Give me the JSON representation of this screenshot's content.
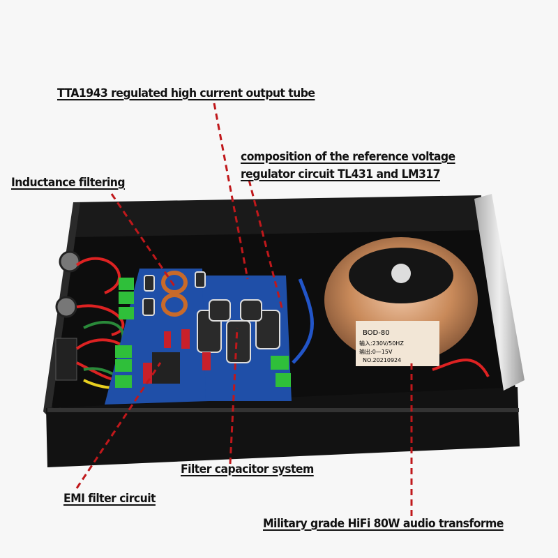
{
  "annotations": {
    "output_tube": "TTA1943 regulated high current output tube",
    "reference_voltage_line1": "composition of the reference voltage",
    "reference_voltage_line2": "regulator circuit TL431 and LM317",
    "inductance": "Inductance filtering",
    "filter_capacitor": "Filter capacitor system",
    "emi": "EMI filter circuit",
    "transformer": "Military grade HiFi 80W audio transforme"
  },
  "product_markings": {
    "transformer_model": "BOD-80",
    "transformer_input": "输入:230V/50HZ",
    "transformer_output": "输出:0—15V",
    "transformer_date": "NO.20210924"
  },
  "colors": {
    "leader_line": "#c0181b",
    "chassis": "#111111",
    "pcb": "#1f4fa8",
    "copper": "#c98a5a",
    "background": "#f7f7f7"
  }
}
